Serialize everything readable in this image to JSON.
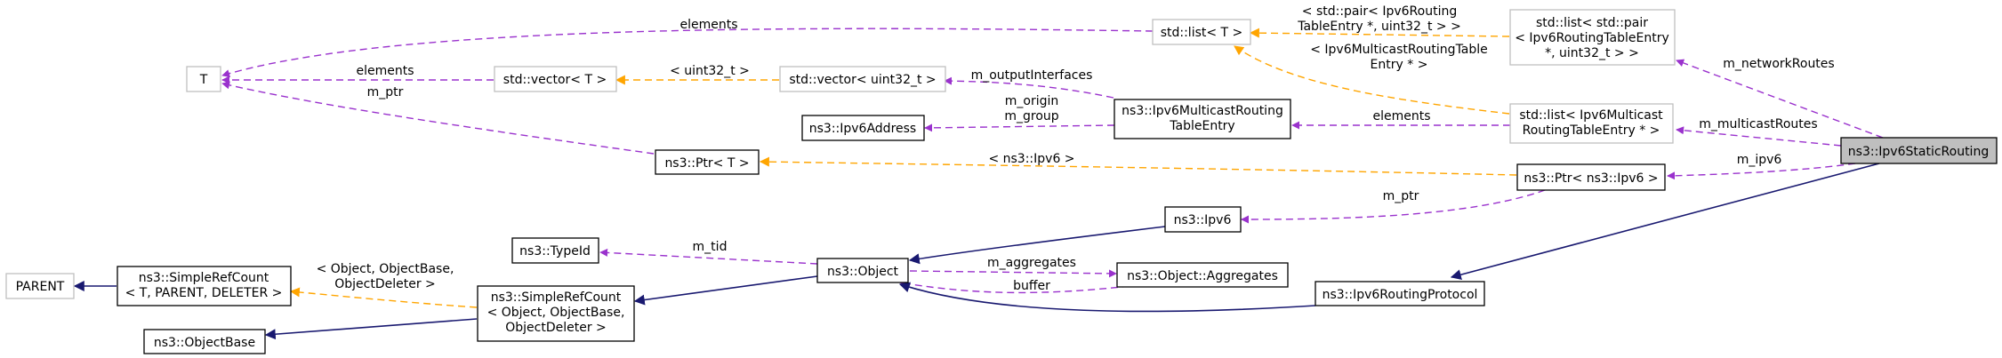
{
  "colors": {
    "usage_edge": "#9a32cd",
    "template_edge": "#ffa500",
    "inheritance_edge": "#191970",
    "focus_fill": "#bfbfbf",
    "gray_border": "#bfbfbf"
  },
  "nodes": {
    "T": [
      "T"
    ],
    "std_vector_T": [
      "std::vector< T >"
    ],
    "std_list_T": [
      "std::list< T >"
    ],
    "std_vector_uint32": [
      "std::vector< uint32_t >"
    ],
    "std_list_pair": [
      "std::list< std::pair",
      "< Ipv6RoutingTableEntry",
      "*, uint32_t > >"
    ],
    "std_list_multicast": [
      "std::list< Ipv6Multicast",
      "RoutingTableEntry * >"
    ],
    "ipv6_multicast_entry": [
      "ns3::Ipv6MulticastRouting",
      "TableEntry"
    ],
    "ipv6_address": [
      "ns3::Ipv6Address"
    ],
    "ptr_T": [
      "ns3::Ptr< T >"
    ],
    "ptr_ipv6": [
      "ns3::Ptr< ns3::Ipv6 >"
    ],
    "ipv6_static_routing": [
      "ns3::Ipv6StaticRouting"
    ],
    "ipv6": [
      "ns3::Ipv6"
    ],
    "type_id": [
      "ns3::TypeId"
    ],
    "object": [
      "ns3::Object"
    ],
    "object_aggregates": [
      "ns3::Object::Aggregates"
    ],
    "ipv6_routing_protocol": [
      "ns3::Ipv6RoutingProtocol"
    ],
    "parent": [
      "PARENT"
    ],
    "simple_ref_count_T": [
      "ns3::SimpleRefCount",
      "< T, PARENT, DELETER >"
    ],
    "simple_ref_count_object": [
      "ns3::SimpleRefCount",
      "< Object, ObjectBase,",
      "ObjectDeleter >"
    ],
    "object_base": [
      "ns3::ObjectBase"
    ]
  },
  "edge_labels": {
    "list_elements": [
      "elements"
    ],
    "vector_elements": [
      "elements"
    ],
    "ptr_m_ptr": [
      "m_ptr"
    ],
    "uint32_template": [
      "< uint32_t >"
    ],
    "pair_template": [
      "< std::pair< Ipv6Routing",
      "TableEntry *, uint32_t > >"
    ],
    "multicast_template": [
      "< Ipv6MulticastRoutingTable",
      "Entry * >"
    ],
    "m_network_routes": [
      "m_networkRoutes"
    ],
    "m_output_interfaces": [
      "m_outputInterfaces"
    ],
    "m_origin_group": [
      "m_origin",
      "m_group"
    ],
    "multicast_elements": [
      "elements"
    ],
    "m_multicast_routes": [
      "m_multicastRoutes"
    ],
    "ipv6_template": [
      "< ns3::Ipv6 >"
    ],
    "m_ipv6": [
      "m_ipv6"
    ],
    "ipv6_m_ptr": [
      "m_ptr"
    ],
    "m_tid": [
      "m_tid"
    ],
    "m_aggregates": [
      "m_aggregates"
    ],
    "buffer": [
      "buffer"
    ],
    "object_template": [
      "< Object, ObjectBase,",
      "ObjectDeleter >"
    ]
  }
}
